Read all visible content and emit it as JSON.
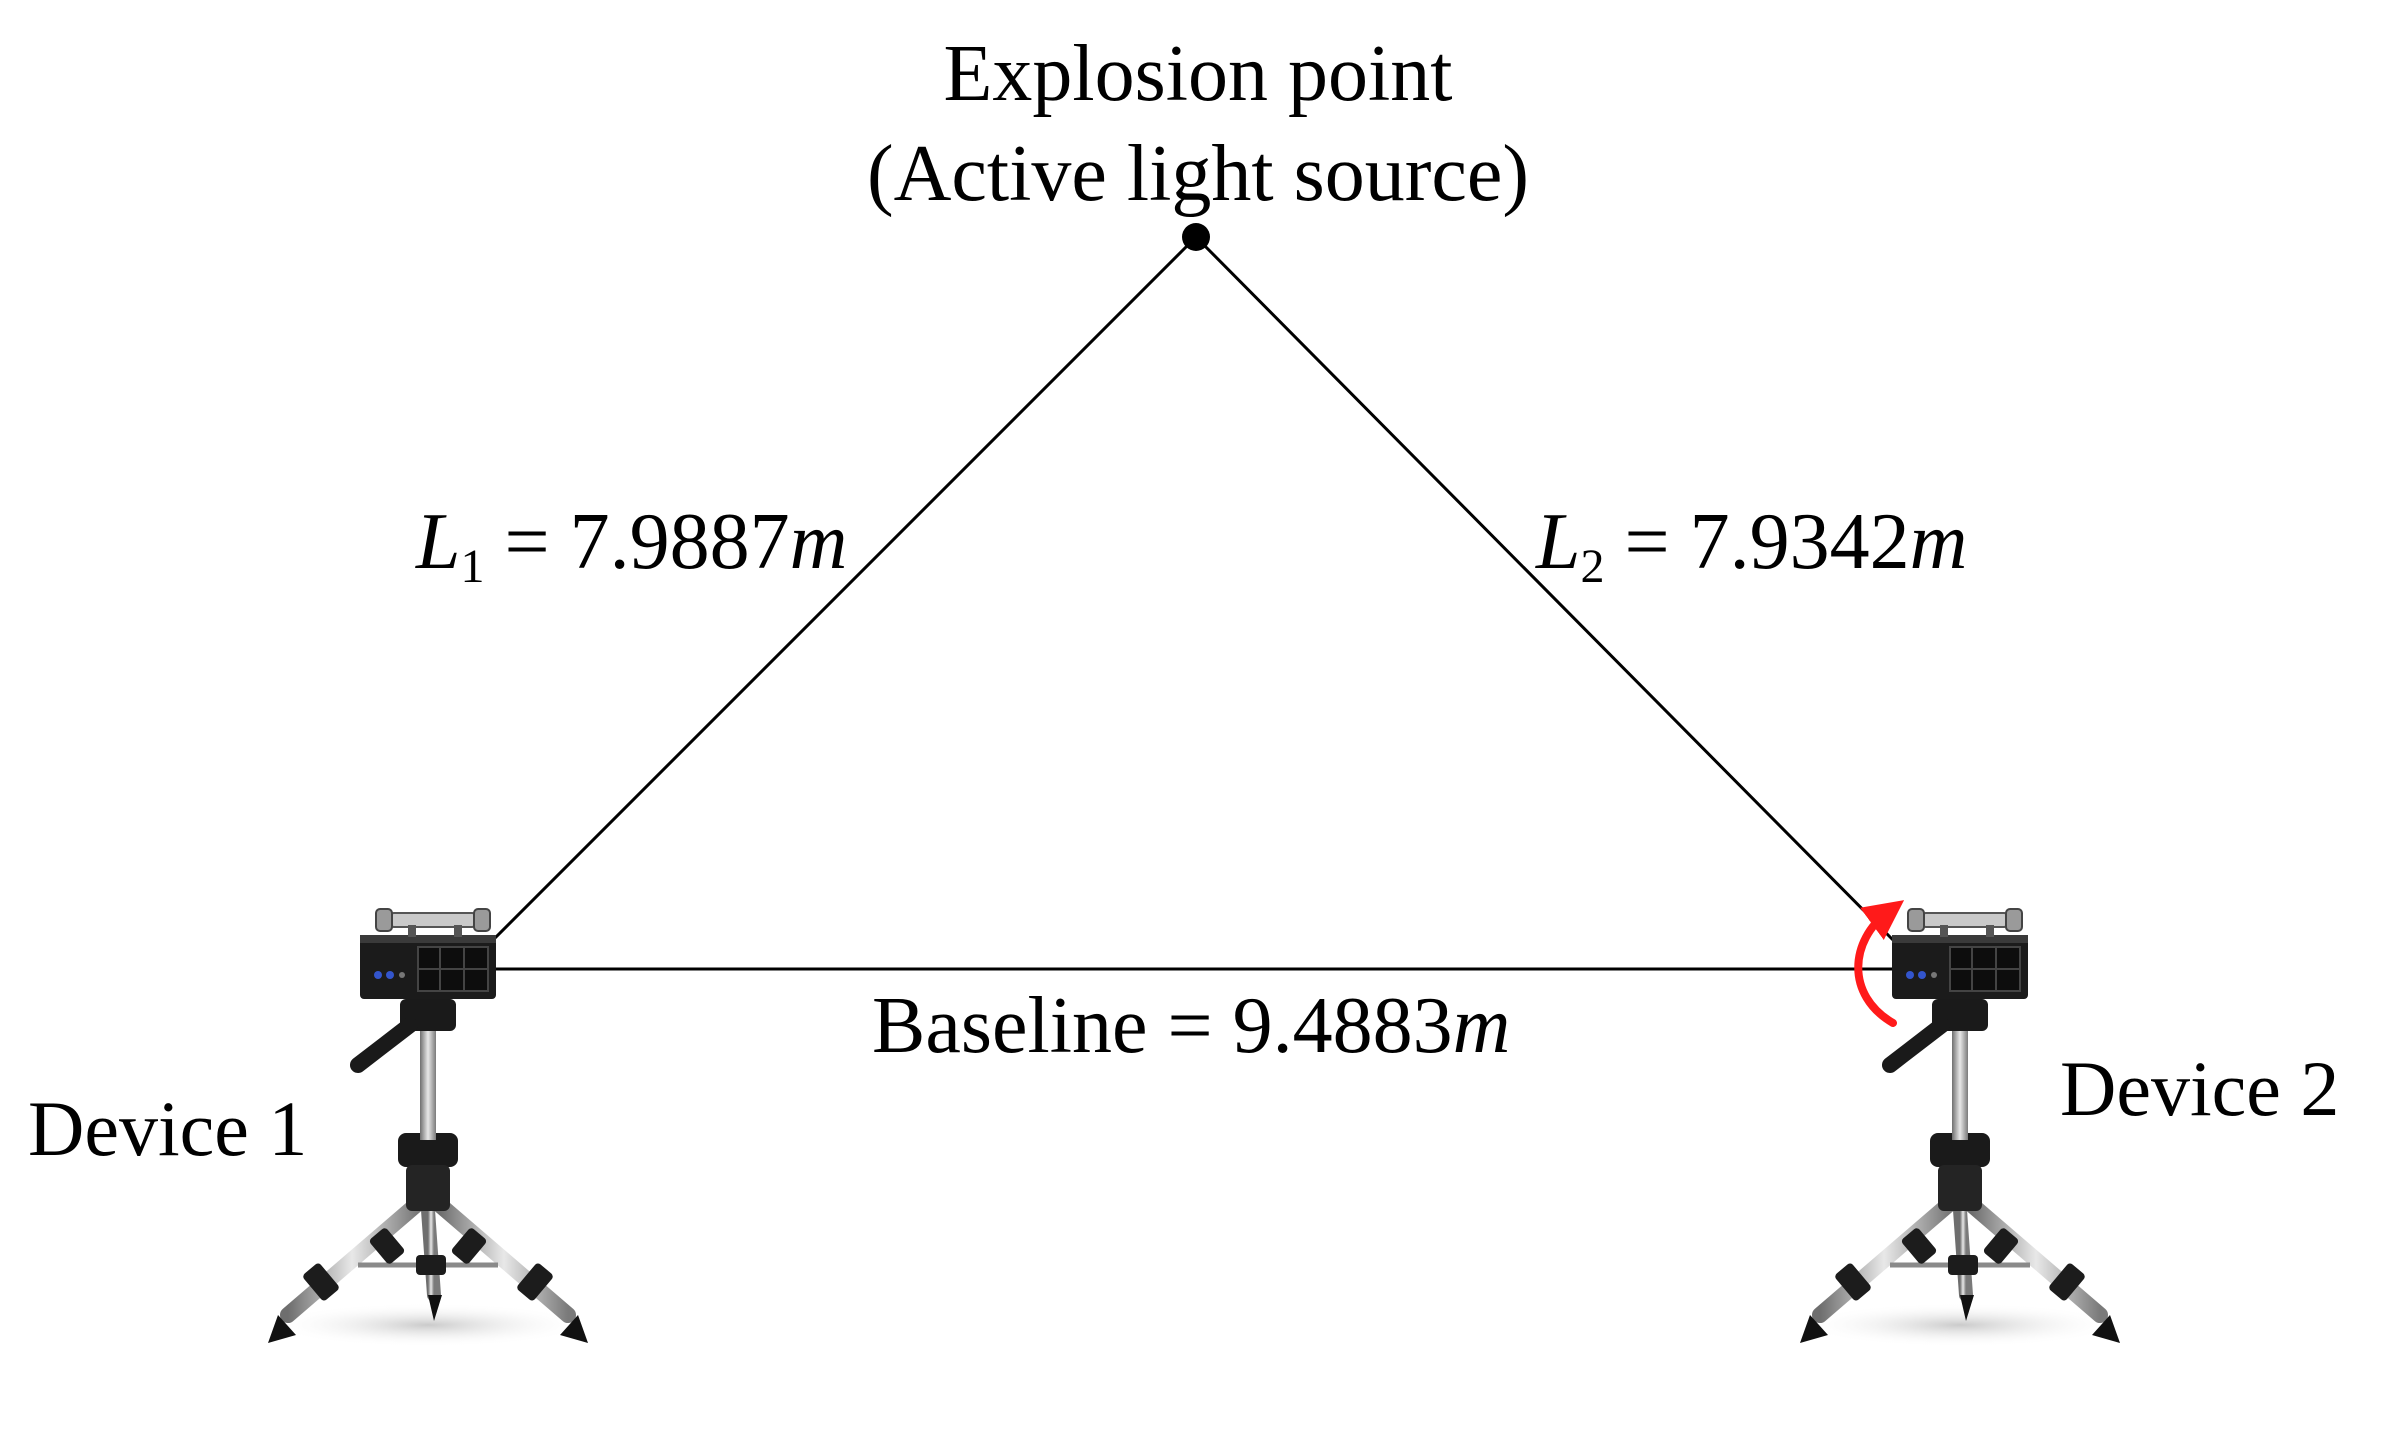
{
  "explosion_point": {
    "line1": "Explosion point",
    "line2": "(Active light source)"
  },
  "measurements": {
    "l1": {
      "var": "L",
      "sub": "1",
      "op": "=",
      "value": "7.9887",
      "unit": "m"
    },
    "l2": {
      "var": "L",
      "sub": "2",
      "op": "=",
      "value": "7.9342",
      "unit": "m"
    },
    "baseline": {
      "label": "Baseline",
      "op": "=",
      "value": "9.4883",
      "unit": "m"
    }
  },
  "devices": {
    "device1": "Device 1",
    "device2": "Device 2"
  },
  "colors": {
    "line": "#000000",
    "rotation_arrow": "#ff1a1a"
  },
  "icons": {
    "device": "stereo-camera-on-tripod-icon",
    "rotation": "curved-rotation-arrow-icon"
  }
}
